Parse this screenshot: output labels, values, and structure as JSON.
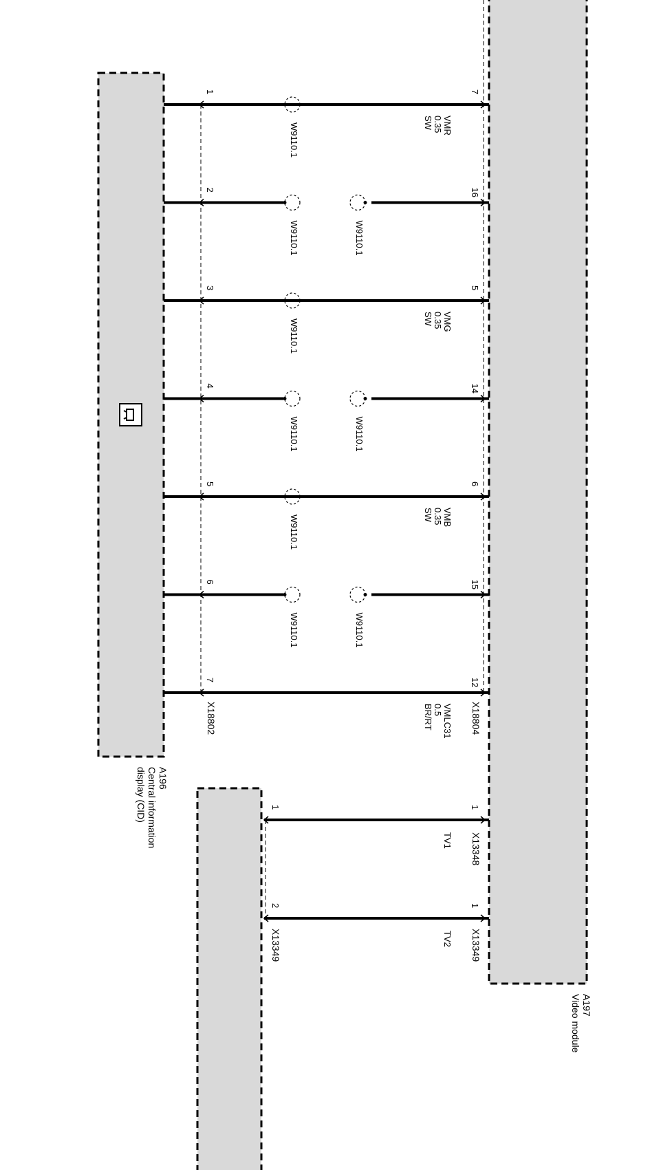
{
  "components": {
    "cid": {
      "id": "A196",
      "name_line1": "Central information",
      "name_line2": "display (CID)",
      "connector": "X18802"
    },
    "video_module": {
      "id": "A197",
      "name": "Video module",
      "connector_main": "X18804",
      "connector_tv1": "X13348",
      "connector_tv2": "X13349"
    },
    "lower_unit": {
      "connector": "X13349"
    }
  },
  "wires": [
    {
      "cid_pin": "1",
      "vm_pin": "7",
      "shield": "W9110.1",
      "inner_shield": "",
      "signal": "VMR",
      "gauge": "0.35",
      "color": "SW"
    },
    {
      "cid_pin": "2",
      "vm_pin": "16",
      "shield": "W9110.1",
      "inner_shield": "W9110.1",
      "signal": "",
      "gauge": "",
      "color": ""
    },
    {
      "cid_pin": "3",
      "vm_pin": "5",
      "shield": "W9110.1",
      "inner_shield": "",
      "signal": "VMG",
      "gauge": "0.35",
      "color": "SW"
    },
    {
      "cid_pin": "4",
      "vm_pin": "14",
      "shield": "W9110.1",
      "inner_shield": "W9110.1",
      "signal": "",
      "gauge": "",
      "color": ""
    },
    {
      "cid_pin": "5",
      "vm_pin": "6",
      "shield": "W9110.1",
      "inner_shield": "",
      "signal": "VMB",
      "gauge": "0.35",
      "color": "SW"
    },
    {
      "cid_pin": "6",
      "vm_pin": "15",
      "shield": "W9110.1",
      "inner_shield": "W9110.1",
      "signal": "",
      "gauge": "",
      "color": ""
    },
    {
      "cid_pin": "7",
      "vm_pin": "12",
      "shield": "",
      "inner_shield": "",
      "signal": "VMLC31",
      "gauge": "0.5",
      "color": "BR/RT"
    }
  ],
  "tv_wires": [
    {
      "left_pin": "1",
      "right_pin": "1",
      "signal": "TV1"
    },
    {
      "left_pin": "2",
      "right_pin": "1",
      "signal": "TV2"
    }
  ]
}
